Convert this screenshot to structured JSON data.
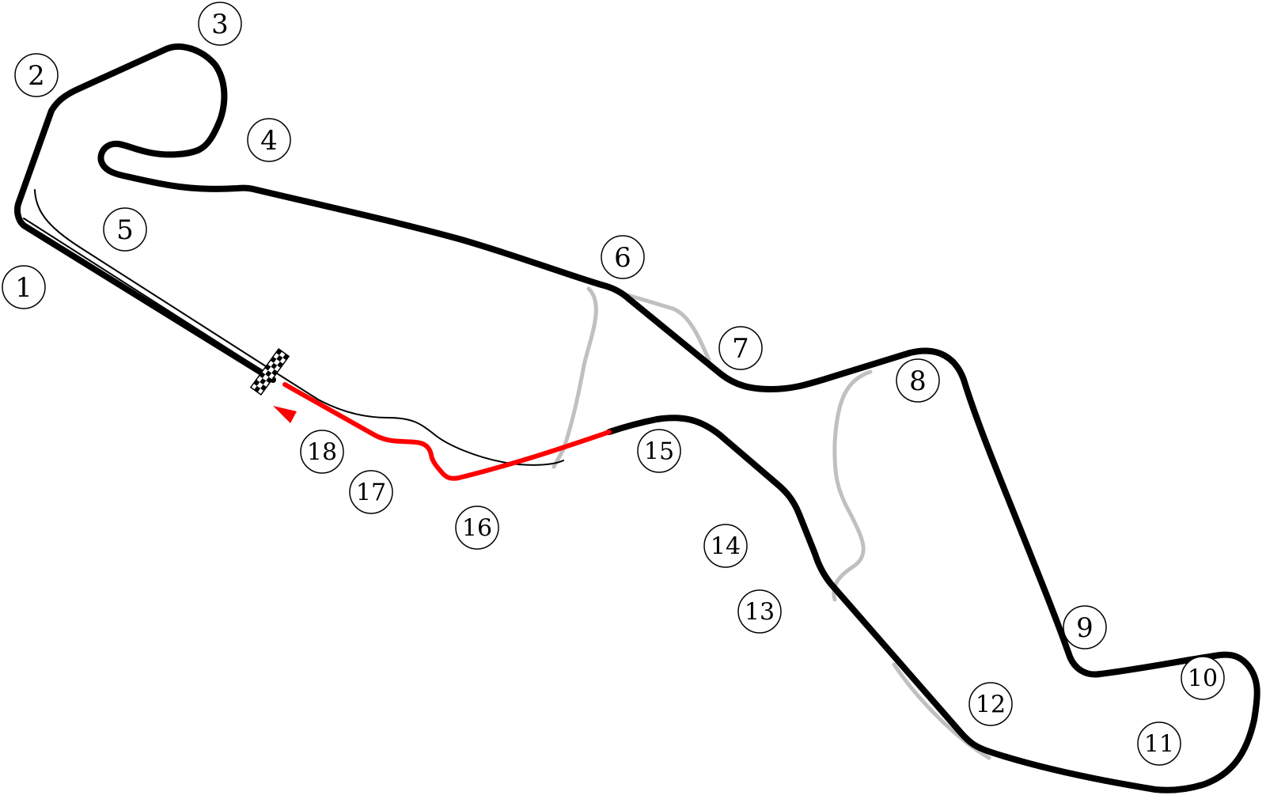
{
  "map": {
    "colors": {
      "track": "#000000",
      "final_sector": "#ff0000",
      "alternate_layout": "#c0c0c0",
      "background": "#ffffff"
    },
    "icons": {
      "start_finish": "checkered-flag-icon",
      "direction": "direction-arrow-icon"
    },
    "turns": [
      "1",
      "2",
      "3",
      "4",
      "5",
      "6",
      "7",
      "8",
      "9",
      "10",
      "11",
      "12",
      "13",
      "14",
      "15",
      "16",
      "17",
      "18"
    ]
  }
}
